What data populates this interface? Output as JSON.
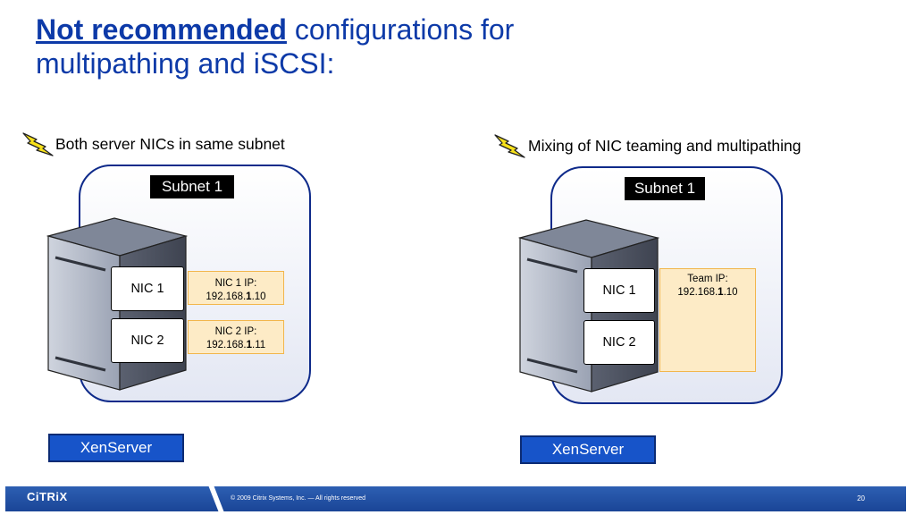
{
  "title": {
    "strong": "Not recommended",
    "rest": " configurations for",
    "line2": "multipathing and iSCSI:"
  },
  "left": {
    "caption": "Both server NICs in same subnet",
    "subnet": "Subnet 1",
    "nic1": "NIC 1",
    "nic2": "NIC 2",
    "ip1": {
      "line1": "NIC 1 IP:",
      "prefix": "192.168.",
      "bold": "1",
      "suffix": ".10"
    },
    "ip2": {
      "line1": "NIC 2 IP:",
      "prefix": "192.168.",
      "bold": "1",
      "suffix": ".11"
    },
    "server_label": "XenServer"
  },
  "right": {
    "caption": "Mixing of NIC teaming and multipathing",
    "subnet": "Subnet 1",
    "nic1": "NIC 1",
    "nic2": "NIC 2",
    "team": {
      "line1": "Team IP:",
      "prefix": "192.168.",
      "bold": "1",
      "suffix": ".10"
    },
    "server_label": "XenServer"
  },
  "footer": {
    "logo": "CiTRiX",
    "copyright": "© 2009 Citrix Systems, Inc. — All rights reserved",
    "page": "20"
  },
  "colors": {
    "title": "#0d3aa8",
    "xenserver": "#1754c9",
    "ip_fill": "#fdebc6",
    "footer": "#2d5fb3"
  },
  "icons": {
    "warning": "lightning-bolt-icon"
  }
}
